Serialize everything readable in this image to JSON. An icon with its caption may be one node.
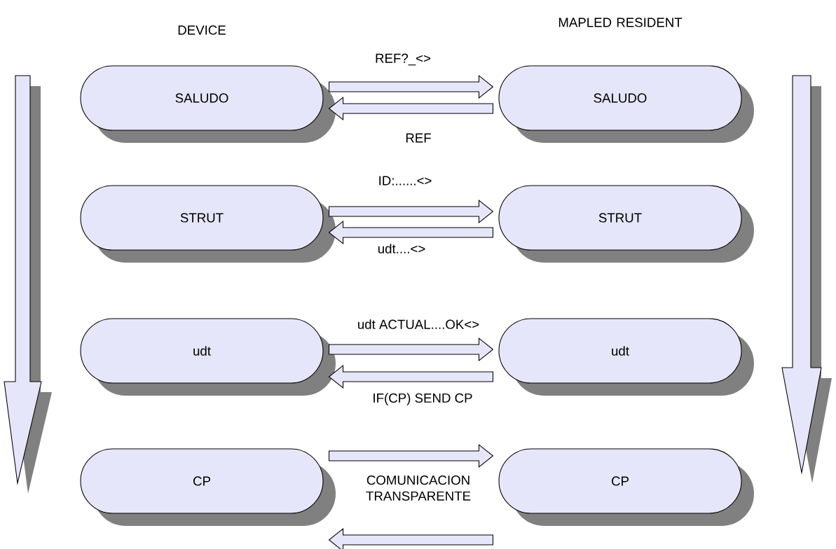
{
  "diagram": {
    "nodes": [
      {
        "text": [
          "SALUDO"
        ]
      },
      {
        "text": [
          "SALUDO"
        ]
      },
      {
        "text": [
          "STRUT"
        ]
      },
      {
        "text": [
          "STRUT"
        ]
      },
      {
        "text": [
          "udt"
        ]
      },
      {
        "text": [
          "udt"
        ]
      },
      {
        "text": [
          "CP"
        ]
      },
      {
        "text": [
          "CP"
        ]
      }
    ],
    "edges": [
      {
        "from": 0,
        "to": 1,
        "arrow": "to",
        "label": "REF?_<>"
      },
      {
        "from": 1,
        "to": 0,
        "arrow": "to",
        "label": "REF"
      },
      {
        "from": 2,
        "to": 3,
        "arrow": "to",
        "label": "ID:......<>"
      },
      {
        "from": 3,
        "to": 2,
        "arrow": "to",
        "label": "udt....<>"
      },
      {
        "from": 4,
        "to": 5,
        "arrow": "to",
        "label": "udt ACTUAL....OK<>"
      },
      {
        "from": 5,
        "to": 4,
        "arrow": "to",
        "label": "IF(CP) SEND CP"
      },
      {
        "from": 6,
        "to": 7,
        "arrow": "to"
      },
      {
        "from": 7,
        "to": 6,
        "arrow": "to"
      }
    ],
    "labels": [
      "DEVICE",
      "MAPLED RESIDENT",
      "COMUNICACION TRANSPARENTE"
    ]
  }
}
